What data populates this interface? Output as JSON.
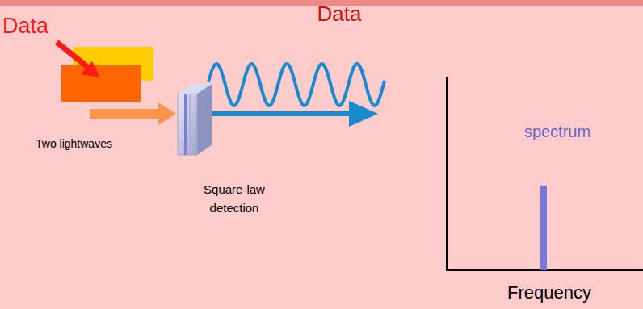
{
  "diagram": {
    "labels": [
      "Data",
      "Data",
      "Two lightwaves",
      "Square-law detection",
      "spectrum",
      "Frequency"
    ]
  }
}
